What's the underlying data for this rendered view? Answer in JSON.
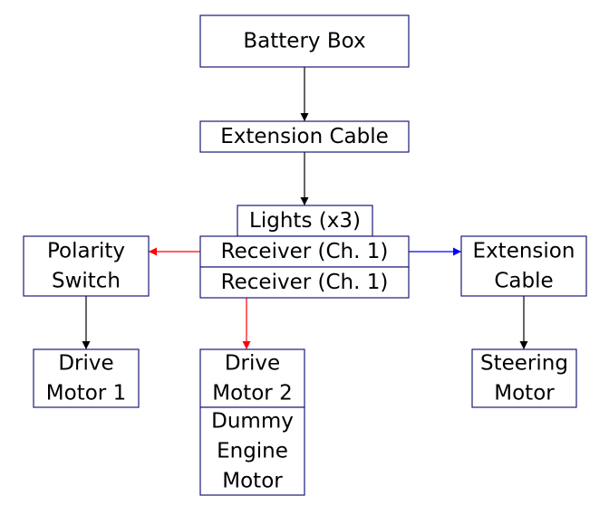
{
  "colors": {
    "black": "#000000",
    "red": "#ff0000",
    "blue": "#0000ff",
    "box_border": "#1a1a7a"
  },
  "nodes": {
    "battery_box": [
      "Battery Box"
    ],
    "extension_cable_top": [
      "Extension Cable"
    ],
    "lights": [
      "Lights (x3)"
    ],
    "receiver_1": [
      "Receiver (Ch. 1)"
    ],
    "receiver_2": [
      "Receiver (Ch. 1)"
    ],
    "polarity_switch": [
      "Polarity",
      "Switch"
    ],
    "extension_cable_right": [
      "Extension",
      "Cable"
    ],
    "drive_motor_1": [
      "Drive",
      "Motor 1"
    ],
    "drive_motor_2": [
      "Drive",
      "Motor 2"
    ],
    "dummy_engine_motor": [
      "Dummy",
      "Engine",
      "Motor"
    ],
    "steering_motor": [
      "Steering",
      "Motor"
    ]
  },
  "edges": [
    {
      "from": "battery_box",
      "to": "extension_cable_top",
      "color": "black"
    },
    {
      "from": "extension_cable_top",
      "to": "lights",
      "color": "black"
    },
    {
      "from": "receiver_1",
      "to": "polarity_switch",
      "color": "red"
    },
    {
      "from": "receiver_1",
      "to": "extension_cable_right",
      "color": "blue"
    },
    {
      "from": "receiver_2",
      "to": "drive_motor_2",
      "color": "red"
    },
    {
      "from": "polarity_switch",
      "to": "drive_motor_1",
      "color": "black"
    },
    {
      "from": "extension_cable_right",
      "to": "steering_motor",
      "color": "black"
    }
  ]
}
